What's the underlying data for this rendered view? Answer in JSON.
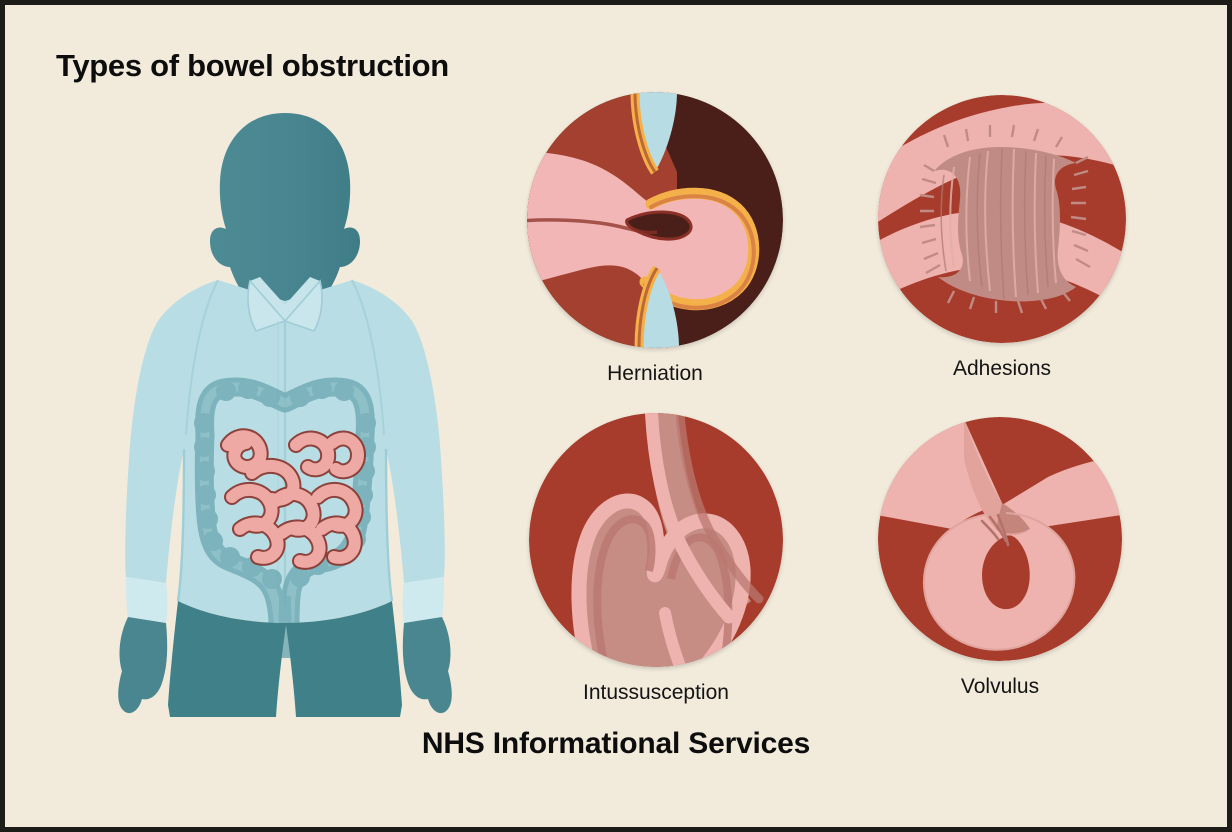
{
  "poster": {
    "title": "Types of bowel obstruction",
    "footer": "NHS Informational Services",
    "background_color": "#f2ebdc",
    "frame_color": "#1e1c18",
    "title_color": "#0d0d0d"
  },
  "body_figure": {
    "name": "human-torso-illustration",
    "skin_color": "#4a8690",
    "shirt_color": "#b9dde4",
    "shirt_shadow_color": "#a8d2da",
    "trousers_color": "#3f8089",
    "colon_color": "#7fb4bd",
    "small_intestine_color": "#efa9a5",
    "small_intestine_outline": "#8b3a32"
  },
  "panels": [
    {
      "id": "herniation",
      "label": "Herniation",
      "colors": {
        "dark_background": "#4a1f1a",
        "muscle": "#a4402f",
        "bowel_wall": "#f3b6b6",
        "bowel_outer_line": "#f5b149",
        "hernia_sac": "#b8dce4",
        "lumen": "#4a1f1a"
      }
    },
    {
      "id": "adhesions",
      "label": "Adhesions",
      "colors": {
        "background": "#a83c2c",
        "bowel_loop": "#eeb3ae",
        "adhesion_band": "#c08b84",
        "fiber_line": "#e3b9b2"
      }
    },
    {
      "id": "intussusception",
      "label": "Intussusception",
      "colors": {
        "background": "#a83c2c",
        "outer_wall": "#eeb3ae",
        "inner_wall": "#c68d85",
        "telescoped_segment": "#b9776f"
      }
    },
    {
      "id": "volvulus",
      "label": "Volvulus",
      "colors": {
        "background": "#a83c2c",
        "bowel_loop": "#eeb3ae",
        "twist_shadow": "#c4857c",
        "lumen": "#a83c2c"
      }
    }
  ]
}
